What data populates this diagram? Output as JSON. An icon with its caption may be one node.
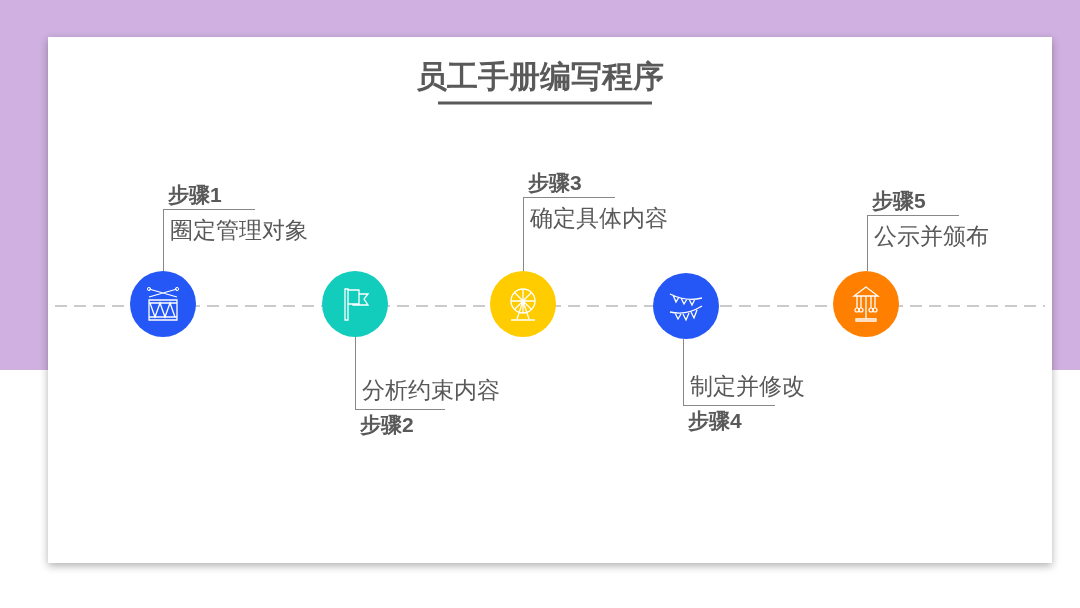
{
  "diagram": {
    "title": "员工手册编写程序",
    "nodes": [
      {
        "text": [
          "步骤1",
          "圈定管理对象"
        ]
      },
      {
        "text": [],
        "shape": "circle"
      },
      {
        "text": [],
        "shape": "circle"
      },
      {
        "text": [
          "分析约束内容",
          "步骤2"
        ]
      },
      {
        "text": [
          "步骤3",
          "确定具体内容"
        ]
      },
      {
        "text": [],
        "shape": "circle"
      },
      {
        "text": [],
        "shape": "circle"
      },
      {
        "text": [
          "制定并修改",
          "步骤4"
        ]
      },
      {
        "text": [
          "步骤5",
          "公示并颁布"
        ]
      },
      {
        "text": [],
        "shape": "circle"
      }
    ],
    "edges": [
      {
        "from": 0,
        "to": 1,
        "arrow": "none"
      },
      {
        "from": 3,
        "to": 2,
        "arrow": "none"
      },
      {
        "from": 4,
        "to": 5,
        "arrow": "none"
      },
      {
        "from": 7,
        "to": 6,
        "arrow": "none"
      },
      {
        "from": 8,
        "to": 9,
        "arrow": "none"
      }
    ]
  }
}
